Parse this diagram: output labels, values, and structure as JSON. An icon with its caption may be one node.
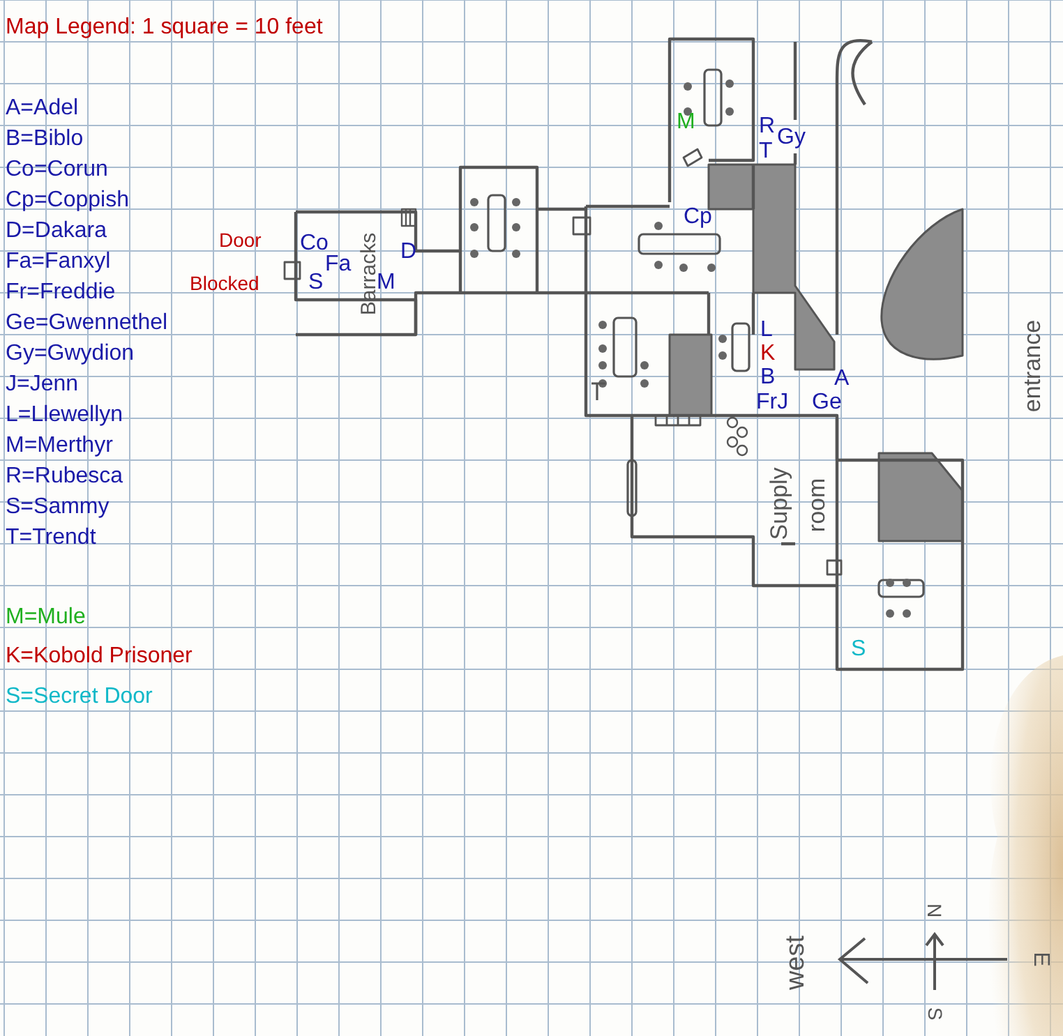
{
  "diagram": {
    "labels": [
      "Map Legend: 1 square = 10 feet",
      "A=Adel",
      "B=Biblo",
      "Co=Corun",
      "Cp=Coppish",
      "D=Dakara",
      "Fa=Fanxyl",
      "Fr=Freddie",
      "Ge=Gwennethel",
      "Gy=Gwydion",
      "J=Jenn",
      "L=Llewellyn",
      "M=Merthyr",
      "R=Rubesca",
      "S=Sammy",
      "T=Trendt",
      "M=Mule",
      "K=Kobold Prisoner",
      "S=Secret Door",
      "M",
      "R",
      "Gy",
      "T",
      "Cp",
      "Door",
      "Co",
      "D",
      "Fa",
      "Blocked",
      "S",
      "M",
      "Barracks",
      "L",
      "K",
      "B",
      "A",
      "FrJ",
      "Ge",
      "entrance",
      "Supply room",
      "S",
      "west",
      "N",
      "E",
      "S"
    ]
  }
}
